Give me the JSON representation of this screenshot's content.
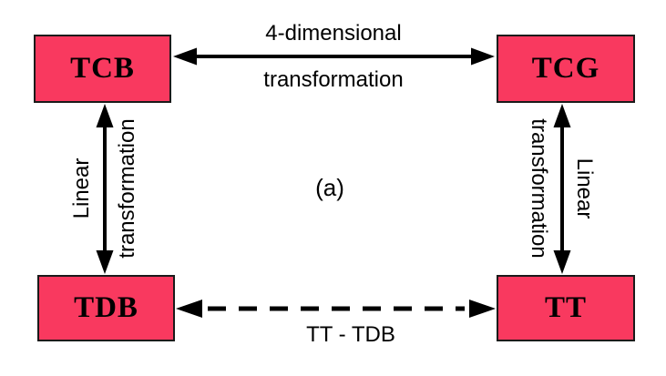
{
  "diagram": {
    "caption": "(a)",
    "colors": {
      "background": "#ffffff",
      "node_fill": "#f9395f",
      "node_border": "#1a1a1a",
      "arrow": "#000000"
    },
    "nodes": {
      "tcb": "TCB",
      "tcg": "TCG",
      "tdb": "TDB",
      "tt": "TT"
    },
    "edges": {
      "top": {
        "type": "solid-double-arrow",
        "label_line1": "4-dimensional",
        "label_line2": "transformation"
      },
      "left": {
        "type": "solid-double-arrow",
        "label_outer": "Linear",
        "label_inner": "transformation"
      },
      "right": {
        "type": "solid-double-arrow",
        "label_inner": "transformation",
        "label_outer": "Linear"
      },
      "bottom": {
        "type": "dashed-double-arrow",
        "label": "TT - TDB"
      }
    }
  }
}
